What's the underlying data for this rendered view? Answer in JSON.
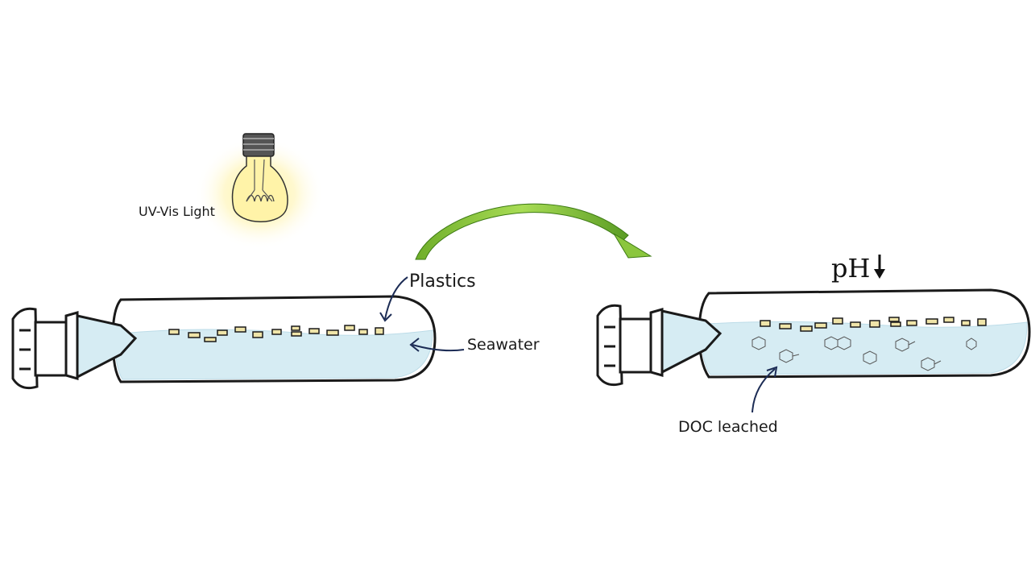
{
  "labels": {
    "light": "UV-Vis Light",
    "plastics": "Plastics",
    "seawater": "Seawater",
    "ph": "pH",
    "doc": "DOC leached"
  },
  "colors": {
    "water": "#d6ecf3",
    "water_edge": "#b9dbe8",
    "outline": "#1a1a1a",
    "plastic_fill": "#efe4a8",
    "arrow_green_light": "#9bd34a",
    "arrow_green_dark": "#4f8f1e",
    "glow": "#fff6b0",
    "label_arrow": "#1c2c55"
  },
  "icons": {
    "light": "light-bulb-icon",
    "transition": "curved-arrow-icon",
    "ph_direction": "down-arrow-icon"
  }
}
